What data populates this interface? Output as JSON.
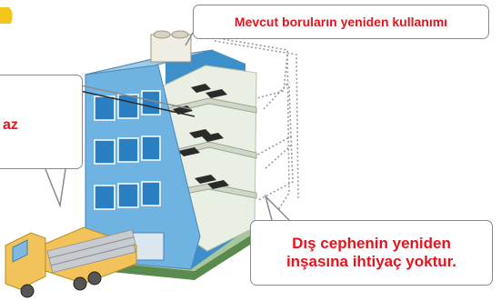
{
  "callouts": {
    "top": "Mevcut boruların yeniden kullanımı",
    "left_fragment": "az",
    "bottom_line1": "Dış cephenin yeniden",
    "bottom_line2": "inşasına ihtiyaç yoktur."
  },
  "colors": {
    "callout_text": "#e4141e",
    "callout_border": "#8a8a8a",
    "building_front": "#6fb3e3",
    "building_side": "#3d8fc9",
    "window": "#2a7ec2",
    "interior": "#e9efe3",
    "ground": "#5a8a4e",
    "truck": "#f2c35b",
    "pipes": "#c8ccd0",
    "top_marker": "#f4c51b"
  }
}
